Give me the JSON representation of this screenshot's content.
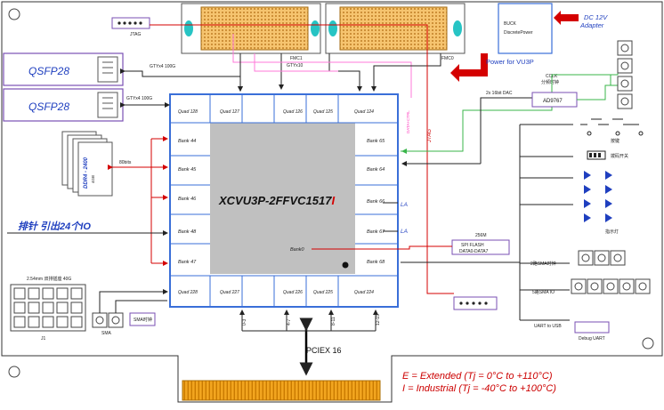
{
  "chip": {
    "name_main": "XCVU3P-2FFVC1517",
    "name_suffix": "I"
  },
  "qsfp": [
    {
      "label": "QSFP28",
      "link": "GTYx4 100G"
    },
    {
      "label": "QSFP28",
      "link": "GTYx4 100G"
    }
  ],
  "jtag": {
    "header_label": "JTAG",
    "vertical_label": "JTAG"
  },
  "fmc": [
    {
      "label": "FMC1"
    },
    {
      "label": "FMC0"
    }
  ],
  "fmc_link": "GTYx10",
  "power": {
    "adapter_line1": "DC 12V",
    "adapter_line2": "Adapter",
    "buck_line1": "BUCK",
    "buck_line2": "DiscretePower",
    "output": "Power for VU3P"
  },
  "clock": {
    "label": "CCLK",
    "sub": "分频时钟",
    "dac_label": "2x 16bit DAC",
    "dac_chip": "AD9767"
  },
  "ddr": {
    "label": "DDR4 - 2400",
    "sub": "4GB",
    "bus": "80bits"
  },
  "quads_top": [
    "Quad 128",
    "Quad 127",
    "Quad 126",
    "Quad 125",
    "Quad 124"
  ],
  "quads_bottom": [
    "Quad 228",
    "Quad 227",
    "Quad 226",
    "Quad 225",
    "Quad 224"
  ],
  "banks_left": [
    "Bank 44",
    "Bank 45",
    "Bank 46",
    "Bank 48",
    "Bank 47"
  ],
  "banks_right": [
    "Bank 65",
    "Bank 64",
    "Bank 66",
    "Bank 67",
    "Bank 68"
  ],
  "bank0": "Bank0",
  "la_labels": [
    "LA",
    "LA"
  ],
  "header_io": "排针 引出24个IO",
  "spi": {
    "size": "256M",
    "line1": "SPI FLASH",
    "line2": "DATA0-DATA7"
  },
  "right_side": {
    "buttons_label": "按键",
    "dip_label": "拨码开关",
    "leds_label": "指示灯",
    "sma_clk_label": "2路SMA时钟",
    "sma_io_label": "5路SMA IO",
    "uart_label": "UART to USB",
    "uart_port": "Debug UART"
  },
  "bottom_left": {
    "header_label": "2.54mm 双排插座 40G",
    "sma_a": "SMA",
    "sma_b": "SMA",
    "sw": "SMA时钟",
    "connector": "J1"
  },
  "pcie": {
    "label": "PCIEX 16",
    "lanes": [
      "0-3",
      "4-7",
      "8-11",
      "12-15"
    ]
  },
  "notes": [
    "E = Extended (Tj = 0°C to +110°C)",
    "I = Industrial (Tj = -40°C to +100°C)"
  ],
  "colors": {
    "chip_fill": "#c0c0c0",
    "frame": "#3a6fd8",
    "accent_red": "#d40000",
    "fmc_fill": "#f5c26b",
    "green": "#39b54a",
    "pink": "#ff7ad9"
  }
}
